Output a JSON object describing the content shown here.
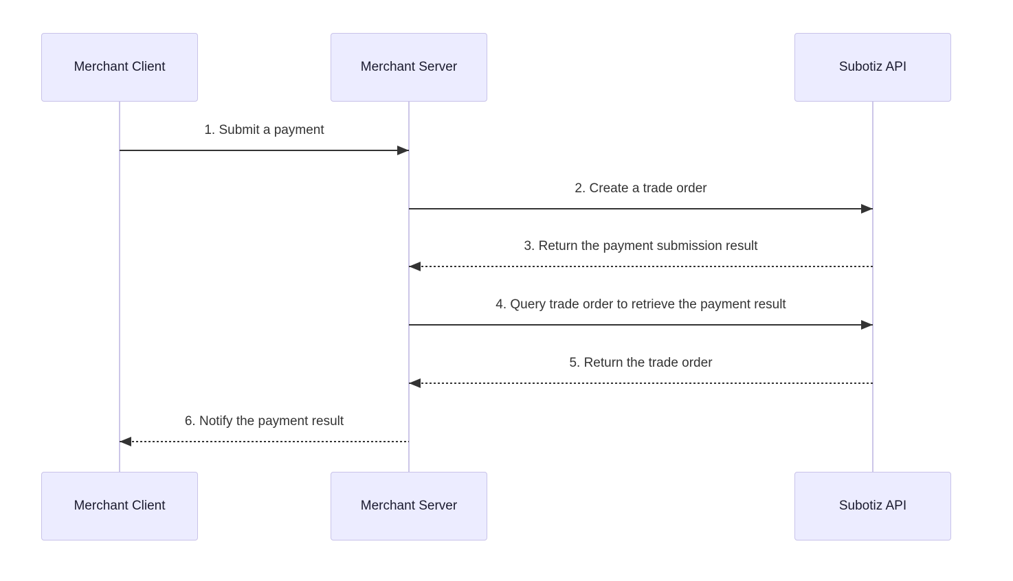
{
  "diagram": {
    "type": "sequence-diagram",
    "background": "#FFFFFF",
    "colors": {
      "actor_fill": "#ECECFF",
      "actor_border": "#C8C2E9",
      "lifeline": "#CCC6E8",
      "arrow": "#333333",
      "label_text": "#333333"
    },
    "actors": [
      {
        "name": "Merchant Client"
      },
      {
        "name": "Merchant Server"
      },
      {
        "name": "Subotiz API"
      }
    ],
    "messages": [
      {
        "order": 1,
        "label": "1. Submit a payment",
        "from": "Merchant Client",
        "to": "Merchant Server",
        "line": "solid",
        "direction": "right"
      },
      {
        "order": 2,
        "label": "2. Create a trade order",
        "from": "Merchant Server",
        "to": "Subotiz API",
        "line": "solid",
        "direction": "right"
      },
      {
        "order": 3,
        "label": "3. Return the payment submission result",
        "from": "Subotiz API",
        "to": "Merchant Server",
        "line": "dashed",
        "direction": "left"
      },
      {
        "order": 4,
        "label": "4. Query trade order to retrieve the payment result",
        "from": "Merchant Server",
        "to": "Subotiz API",
        "line": "solid",
        "direction": "right"
      },
      {
        "order": 5,
        "label": "5. Return the trade order",
        "from": "Subotiz API",
        "to": "Merchant Server",
        "line": "dashed",
        "direction": "left"
      },
      {
        "order": 6,
        "label": "6. Notify the payment result",
        "from": "Merchant Server",
        "to": "Merchant Client",
        "line": "dashed",
        "direction": "left"
      }
    ]
  }
}
